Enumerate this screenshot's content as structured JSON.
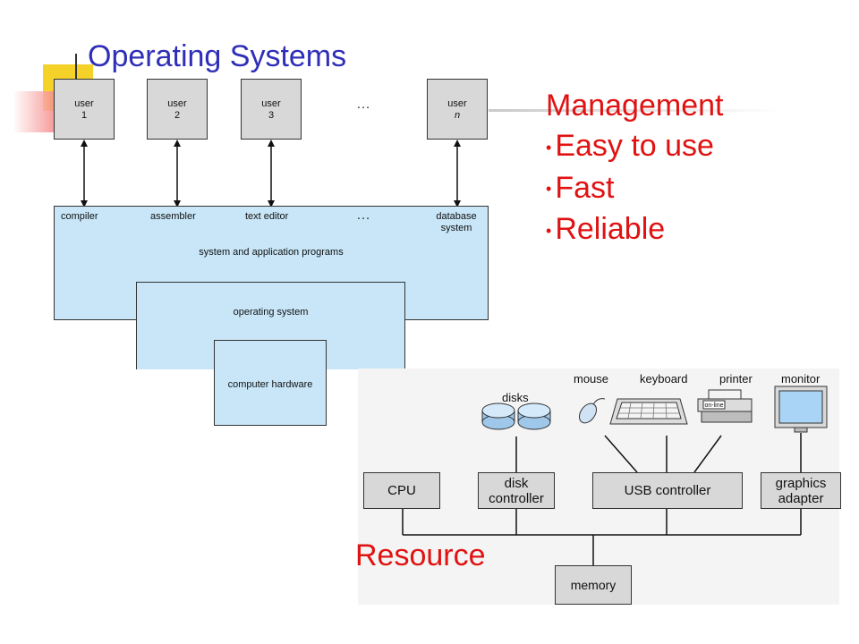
{
  "slide": {
    "title": "Operating Systems",
    "management": {
      "heading": "Management",
      "bullets": [
        "Easy to use",
        "Fast",
        "Reliable"
      ]
    },
    "resource_label": "Resource"
  },
  "os_diagram": {
    "users": [
      {
        "label": "user",
        "num": "1"
      },
      {
        "label": "user",
        "num": "2"
      },
      {
        "label": "user",
        "num": "3"
      },
      {
        "label": "user",
        "num": "n"
      }
    ],
    "ellipsis": "…",
    "programs": [
      "compiler",
      "assembler",
      "text editor",
      "database\nsystem"
    ],
    "layer_programs": "system and application programs",
    "layer_os": "operating system",
    "layer_hardware": "computer hardware"
  },
  "hw_diagram": {
    "devices": {
      "disks": "disks",
      "mouse": "mouse",
      "keyboard": "keyboard",
      "printer": "printer",
      "monitor": "monitor",
      "printer_screen": "on-line"
    },
    "controllers": {
      "cpu": "CPU",
      "disk": "disk\ncontroller",
      "usb": "USB controller",
      "graphics": "graphics\nadapter"
    },
    "memory": "memory"
  },
  "colors": {
    "title": "#2e2eb8",
    "accent_red": "#e01212",
    "layer_blue": "#c8e6f8",
    "box_gray": "#d8d8d8"
  }
}
